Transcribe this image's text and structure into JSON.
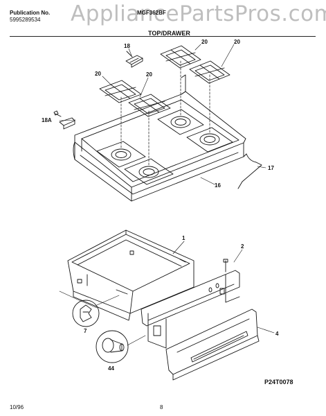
{
  "header": {
    "publication_label": "Publication No.",
    "publication_number": "5995289534",
    "model_number": "MGF362BF",
    "section_title": "TOP/DRAWER"
  },
  "watermark": {
    "text": "AppliancePartsPros.com",
    "color": "#b8b8b8"
  },
  "callouts": {
    "c18": "18",
    "c18a": "18A",
    "c20a": "20",
    "c20b": "20",
    "c20c": "20",
    "c20d": "20",
    "c17": "17",
    "c16": "16",
    "c1": "1",
    "c2": "2",
    "c4": "4",
    "c7": "7",
    "c44": "44"
  },
  "figure_code": "P24T0078",
  "footer": {
    "date": "10/96",
    "page": "8"
  }
}
